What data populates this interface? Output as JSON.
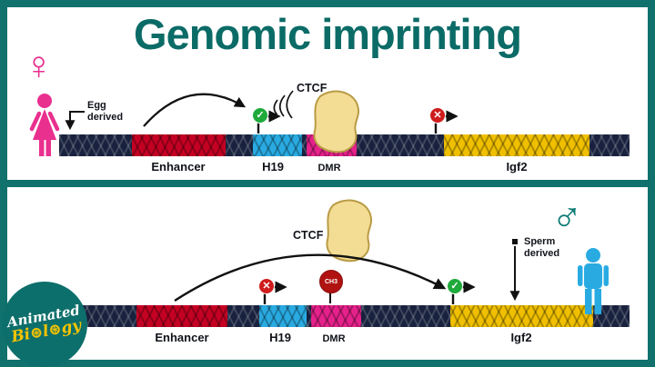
{
  "title": "Genomic imprinting",
  "colors": {
    "background": "#10716d",
    "title": "#0b6b67",
    "chromosome_bar": "#18213d",
    "enhancer": "#c40023",
    "h19": "#29abe2",
    "dmr": "#e6218b",
    "igf2": "#f0c000",
    "active_check": "#1faa3c",
    "inactive_cross": "#cf1c1c",
    "ch3_badge": "#b01212",
    "ctcf_blob": "#f3dc94",
    "female": "#e9308f",
    "male_figure": "#29abe2",
    "male_symbol": "#0c7b74"
  },
  "top_panel": {
    "sex_symbol": "♀",
    "parent": "Egg derived",
    "ctcf": "CTCF",
    "check": "✓",
    "cross": "✕",
    "labels": {
      "enhancer": "Enhancer",
      "h19": "H19",
      "dmr": "DMR",
      "igf2": "Igf2"
    }
  },
  "bottom_panel": {
    "sex_symbol": "♂",
    "parent": "Sperm derived",
    "ctcf": "CTCF",
    "ch3": "CH3",
    "check": "✓",
    "cross": "✕",
    "labels": {
      "enhancer": "Enhancer",
      "h19": "H19",
      "dmr": "DMR",
      "igf2": "Igf2"
    }
  },
  "logo": {
    "line1": "Animated",
    "line2": "Bi⊛l⊛gy"
  }
}
